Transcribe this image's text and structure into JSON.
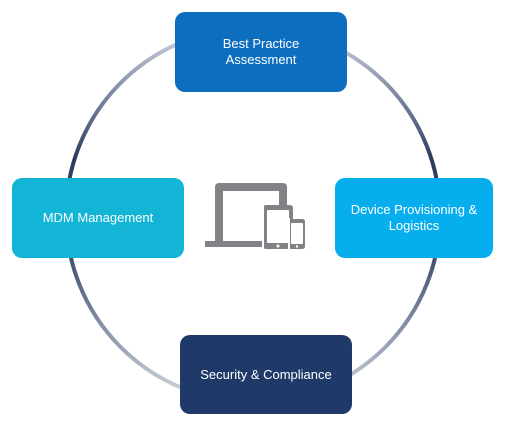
{
  "diagram": {
    "nodes": [
      {
        "id": "top",
        "label": "Best Practice\nAssessment",
        "color": "#0d6ebf"
      },
      {
        "id": "right",
        "label": "Device Provisioning &\nLogistics",
        "color": "#07aeed"
      },
      {
        "id": "bottom",
        "label": "Security & Compliance",
        "color": "#1f3a68"
      },
      {
        "id": "left",
        "label": "MDM Management",
        "color": "#12b5d6"
      }
    ],
    "center_icon": "laptop-tablet-phone-icon",
    "ring_colors": {
      "light": "#d4d9e2",
      "dark": "#2c3d62"
    },
    "icon_color": "#808285"
  }
}
